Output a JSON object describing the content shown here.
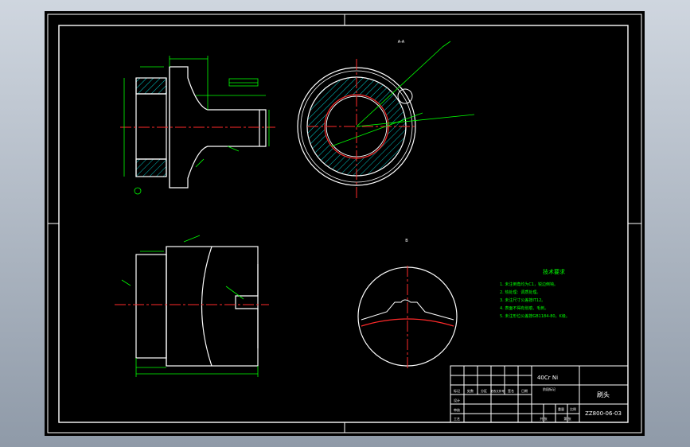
{
  "colors": {
    "background": "#000000",
    "outline": "#ffffff",
    "centerline": "#ff2a2a",
    "dimension": "#00ff00",
    "hatch": "#00c8c8",
    "notes": "#00ff00"
  },
  "drawing": {
    "notes_title": "技术要求",
    "notes": [
      "1. 未注倒角均为C1，锐边倒钝。",
      "2. 热处理：调质处理。",
      "3. 未注尺寸公差按IT12。",
      "4. 表面不得有划痕、毛刺。",
      "5. 未注形位公差按GB1184-80，K级。"
    ],
    "section_label_top": "A-A",
    "section_label_bottom": "B",
    "title_block": {
      "material": "40Cr Ni",
      "part_name": "刷头",
      "drawing_no": "ZZ800-06-03",
      "row_labels": [
        "标记",
        "处数",
        "分区",
        "更改文件号",
        "签名",
        "日期"
      ],
      "left_labels": [
        "设计",
        "审核",
        "工艺"
      ],
      "right_labels": [
        "阶段标记",
        "重量",
        "比例",
        "共 张",
        "第 张"
      ]
    }
  }
}
